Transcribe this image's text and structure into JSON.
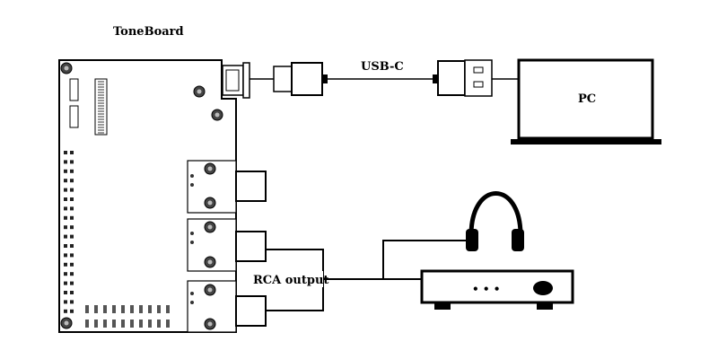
{
  "board": {
    "title": "ToneBoard"
  },
  "usb": {
    "label": "USB-C"
  },
  "computer": {
    "label": "PC"
  },
  "rca": {
    "label": "RCA output"
  },
  "amplifier": {
    "indicator": "• • •"
  }
}
